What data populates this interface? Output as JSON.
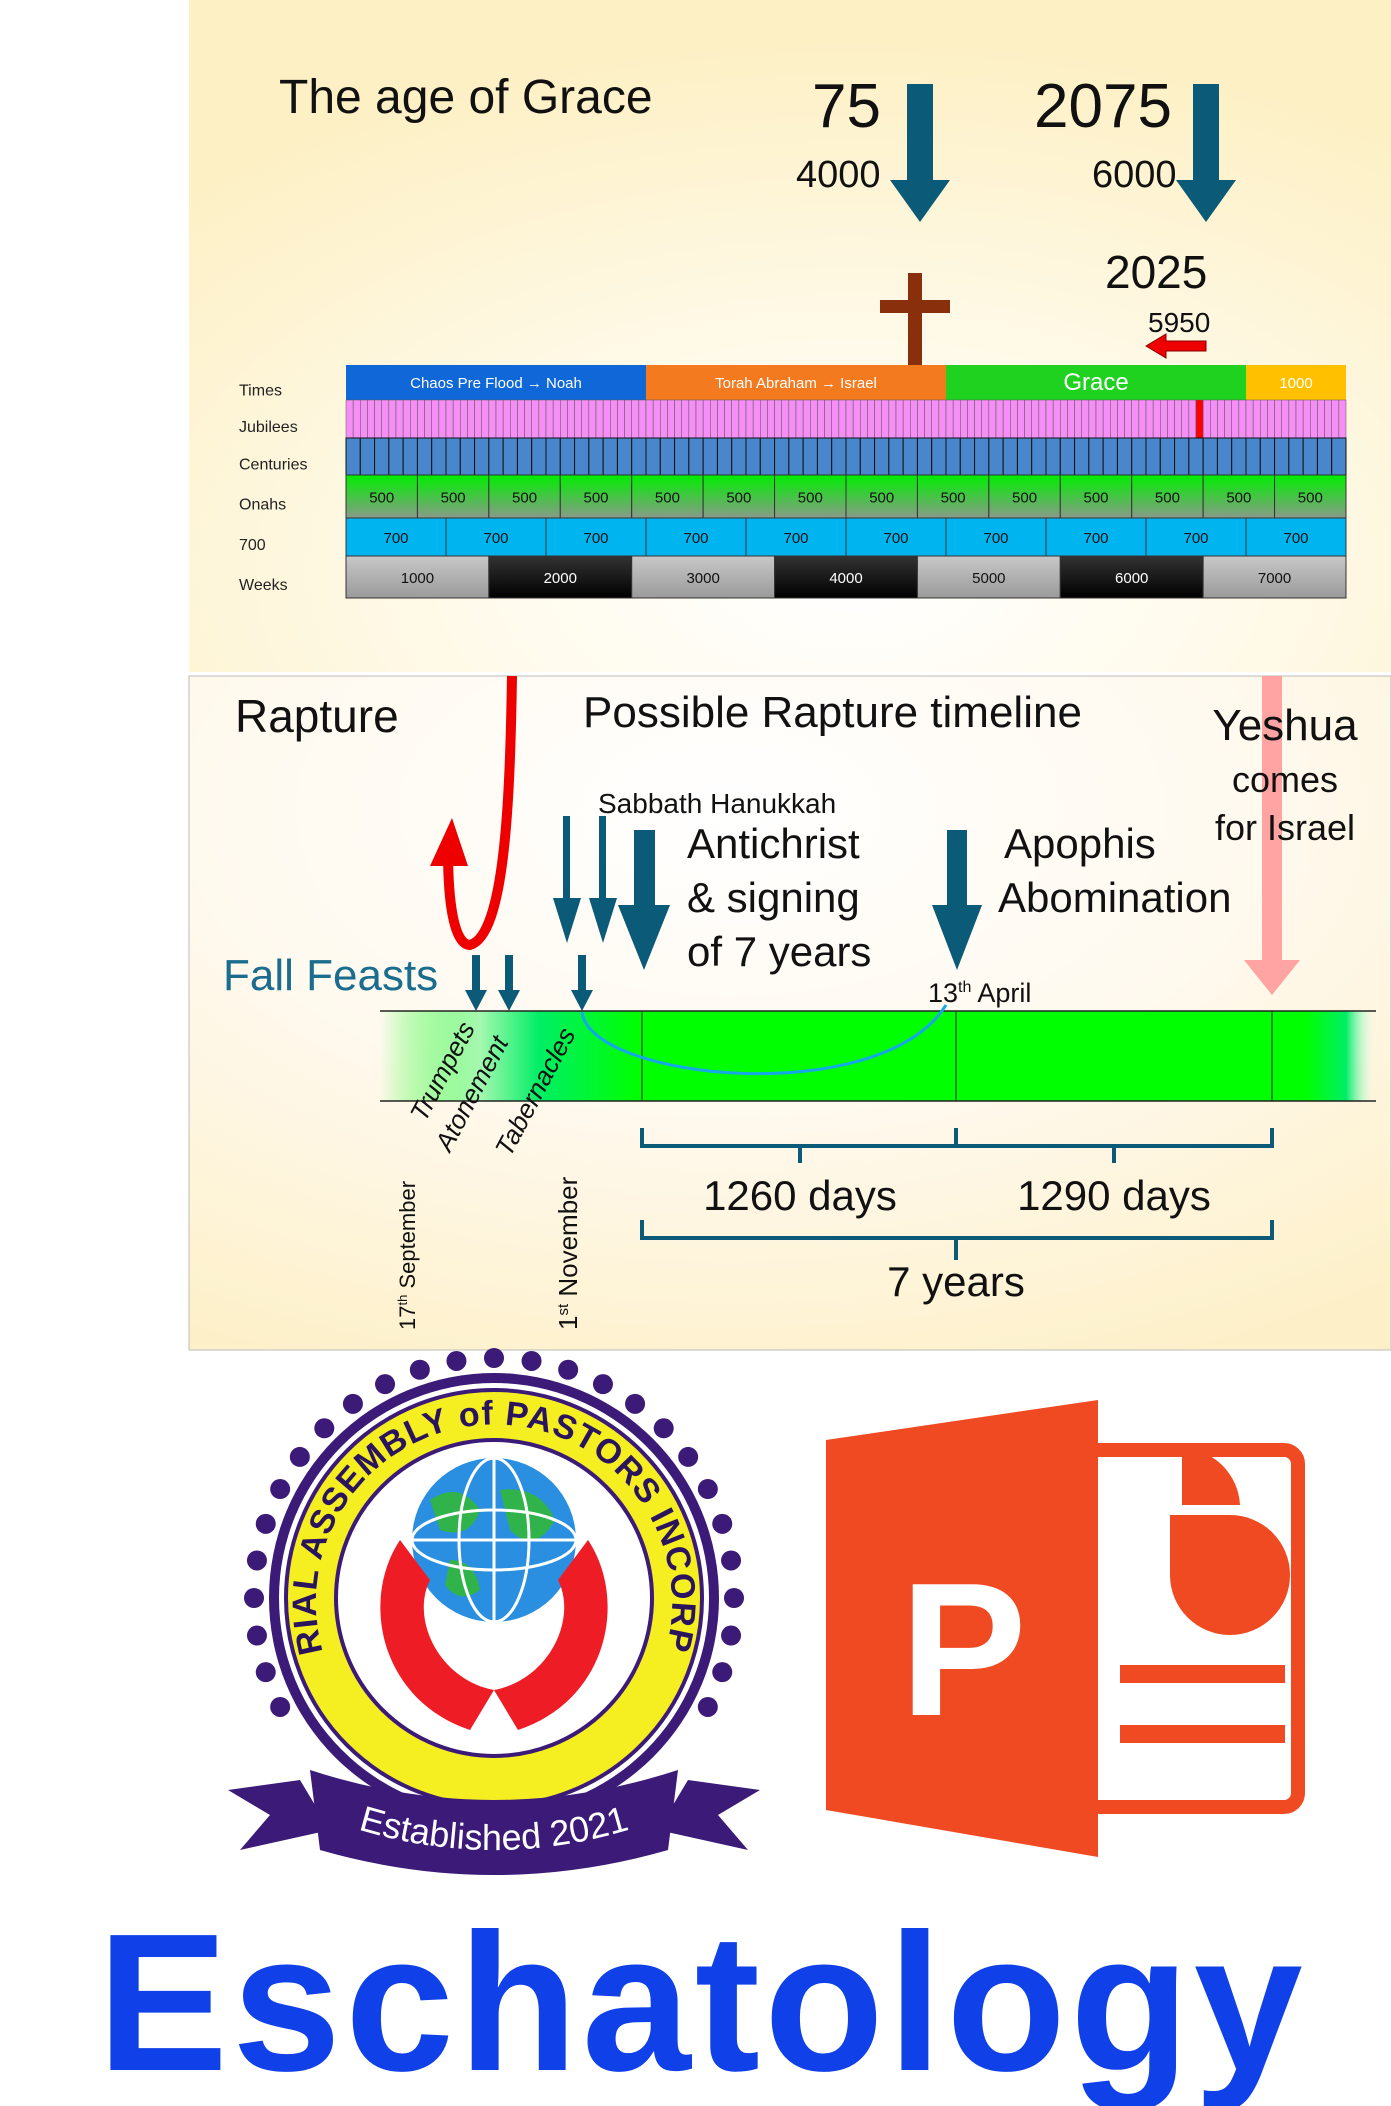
{
  "top": {
    "title": "The age of Grace",
    "marker_left": {
      "year": "75",
      "am": "4000"
    },
    "marker_right": {
      "year": "2075",
      "am": "6000"
    },
    "current": {
      "year": "2025",
      "am": "5950"
    },
    "row_labels": [
      "Times",
      "Jubilees",
      "Centuries",
      "Onahs",
      "700",
      "Weeks"
    ],
    "times": [
      {
        "label": "Chaos Pre Flood → Noah",
        "color": "#1068d8"
      },
      {
        "label": "Torah Abraham → Israel",
        "color": "#f47a20"
      },
      {
        "label": "Grace",
        "color": "#1fd21f"
      },
      {
        "label": "1000",
        "color": "#ffc000"
      }
    ],
    "jubilee_count": 140,
    "jubilee_highlight_index": 119,
    "century_count": 70,
    "onahs": [
      "500",
      "500",
      "500",
      "500",
      "500",
      "500",
      "500",
      "500",
      "500",
      "500",
      "500",
      "500",
      "500",
      "500"
    ],
    "seven_hundreds": [
      "700",
      "700",
      "700",
      "700",
      "700",
      "700",
      "700",
      "700",
      "700",
      "700"
    ],
    "weeks": [
      "1000",
      "2000",
      "3000",
      "4000",
      "5000",
      "6000",
      "7000"
    ]
  },
  "bottom": {
    "rapture": "Rapture",
    "title": "Possible Rapture timeline",
    "yeshua": [
      "Yeshua",
      "comes",
      "for Israel"
    ],
    "sabbath_hanukkah": "Sabbath Hanukkah",
    "antichrist": [
      "Antichrist",
      "& signing",
      "of 7 years"
    ],
    "apophis": [
      "Apophis",
      "Abomination"
    ],
    "fall_feasts": "Fall Feasts",
    "april": {
      "day": "13",
      "sup": "th",
      "month": " April"
    },
    "feasts": [
      "Trumpets",
      "Atonement",
      "Tabernacles"
    ],
    "sept": {
      "day": "17",
      "sup": "th",
      "month": " September"
    },
    "nov": {
      "day": "1",
      "sup": "st",
      "month": " November"
    },
    "period1": "1260 days",
    "period2": "1290 days",
    "total": "7 years"
  },
  "logo": {
    "ring_text": "MINISTERIAL ASSEMBLY of PASTORS INCORPORATED",
    "ribbon_text": "Established 2021"
  },
  "ppt_letter": "P",
  "footer_title": "Eschatology",
  "colors": {
    "arrow": "#0b5a78",
    "footer": "#1040e8",
    "ppt": "#f04a22"
  }
}
